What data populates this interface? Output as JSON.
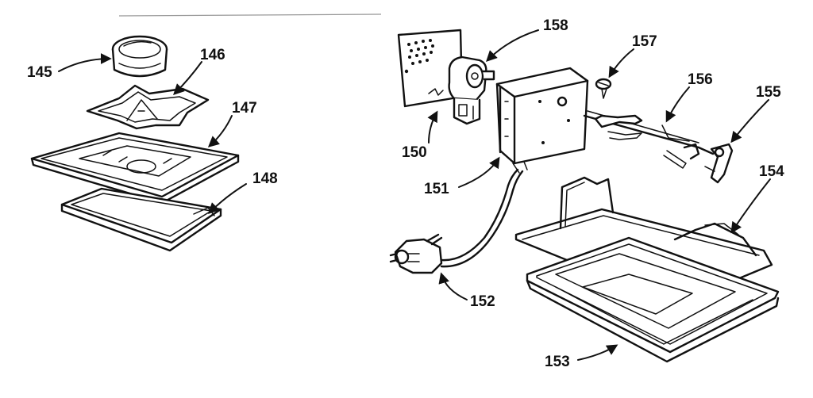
{
  "labels": {
    "p145": "145",
    "p146": "146",
    "p147": "147",
    "p148": "148",
    "p150": "150",
    "p151": "151",
    "p152": "152",
    "p153": "153",
    "p154": "154",
    "p155": "155",
    "p156": "156",
    "p157": "157",
    "p158": "158"
  },
  "colors": {
    "ink": "#111111",
    "paper": "#ffffff"
  }
}
